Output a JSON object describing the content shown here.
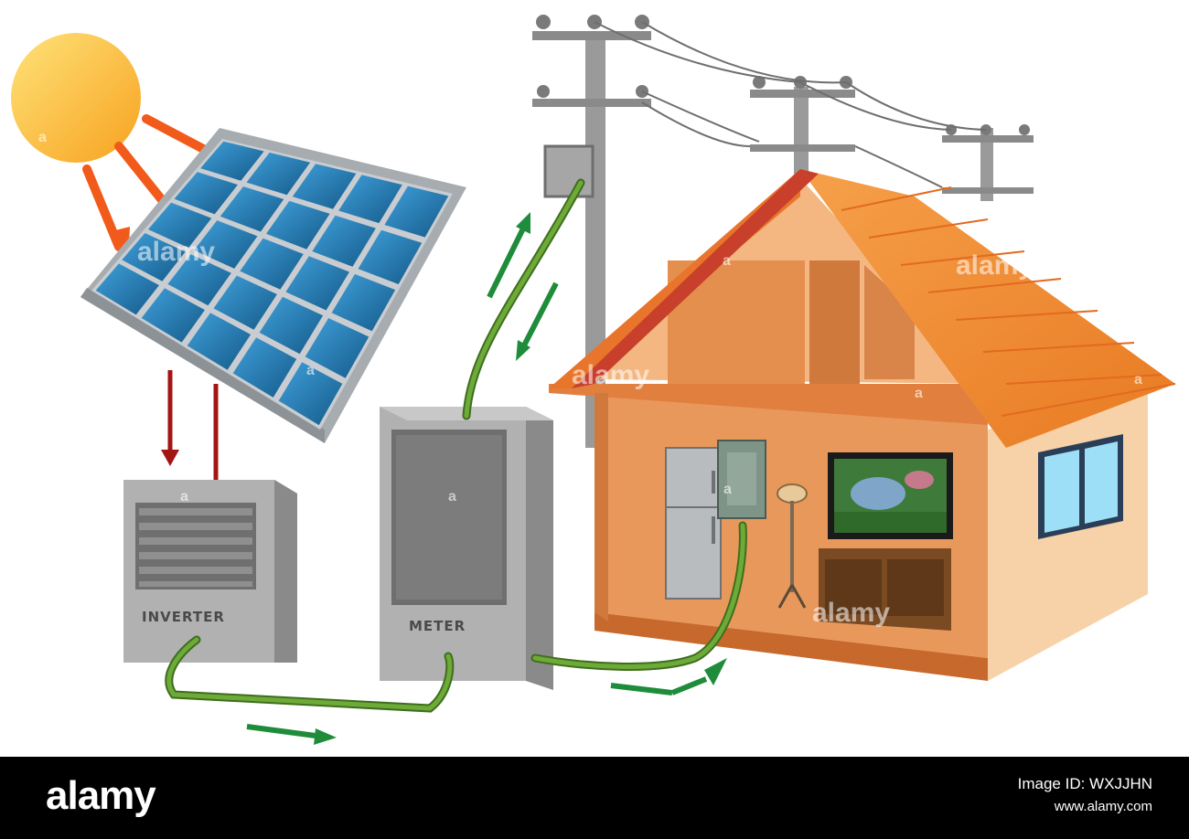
{
  "labels": {
    "inverter": "INVERTER",
    "meter": "METER"
  },
  "watermark": {
    "text": "alamy",
    "letter": "a"
  },
  "footer": {
    "logo": "alamy",
    "image_id": "Image ID: WXJJHN",
    "url": "www.alamy.com"
  },
  "colors": {
    "sun": "#FFC02E",
    "sun_ray": "#F25A1B",
    "panel_cell": "#1F79B5",
    "panel_frame": "#B5B9BD",
    "cable": "#5C9A2E",
    "flow_arrow": "#1E8C3A",
    "dc_arrow": "#A31515",
    "roof": "#F08A2C",
    "wall": "#F0A26A",
    "box": "#9C9C9C"
  },
  "icons": [
    "sun",
    "solar-panel",
    "inverter",
    "meter",
    "utility-pole",
    "house",
    "fridge",
    "tv",
    "floor-lamp",
    "breaker-box",
    "window"
  ]
}
